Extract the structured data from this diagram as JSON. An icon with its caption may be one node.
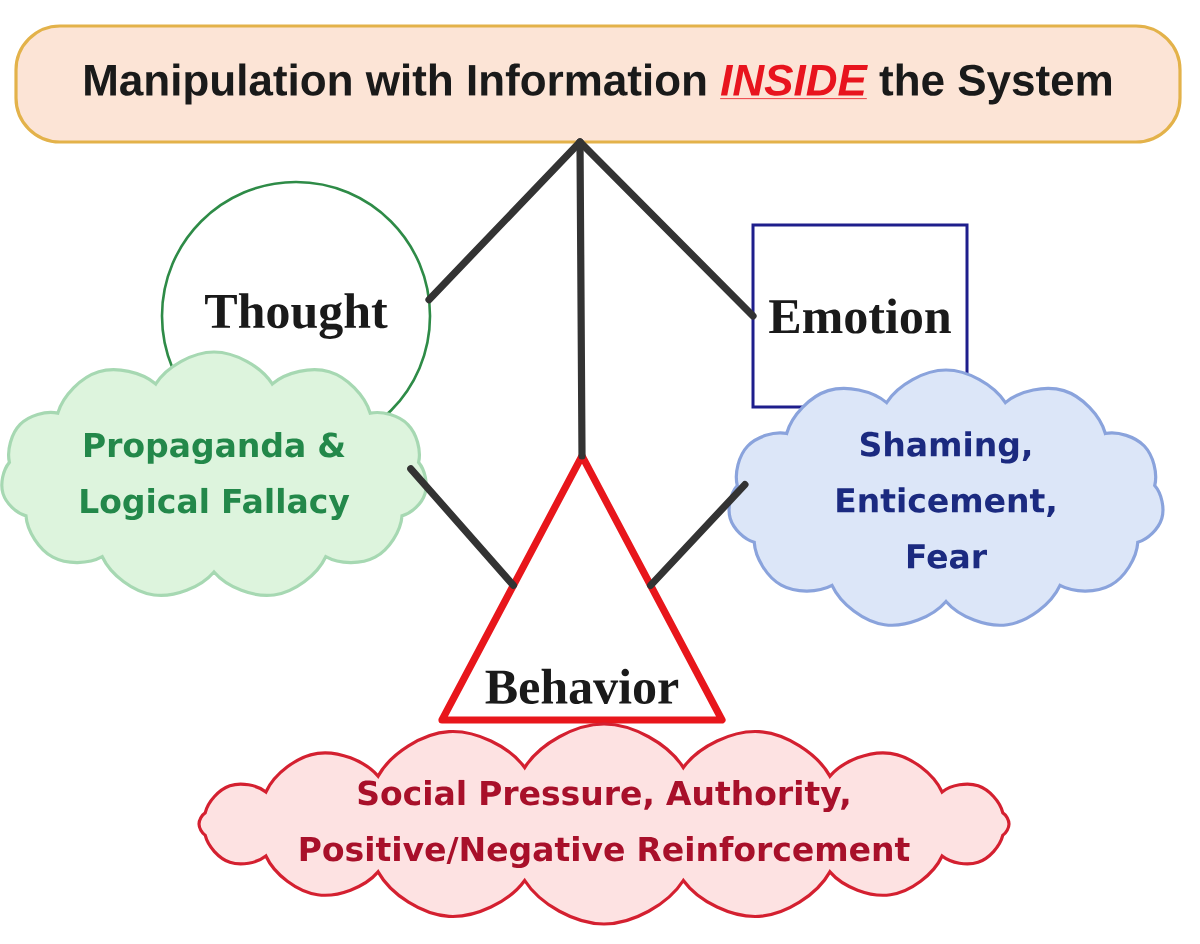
{
  "diagram": {
    "nodes": [
      {
        "text": [
          "Manipulation with Information *INSIDE* the System"
        ]
      },
      {
        "text": [
          "Thought"
        ]
      },
      {
        "text": [
          "Emotion"
        ]
      },
      {
        "text": [
          "Propaganda & Logical Fallacy"
        ]
      },
      {
        "text": [
          "Shaming, Enticement, Fear"
        ]
      },
      {
        "text": [
          "Behavior"
        ]
      },
      {
        "text": [
          "Social Pressure, Authority, Positive/Negative Reinforcement"
        ]
      }
    ],
    "edges": [
      {
        "from": 0,
        "to": 1,
        "arrow": "none"
      },
      {
        "from": 0,
        "to": 2,
        "arrow": "none"
      },
      {
        "from": 0,
        "to": 5,
        "arrow": "none"
      },
      {
        "from": 3,
        "to": 5,
        "arrow": "none"
      },
      {
        "from": 4,
        "to": 5,
        "arrow": "none"
      }
    ]
  }
}
